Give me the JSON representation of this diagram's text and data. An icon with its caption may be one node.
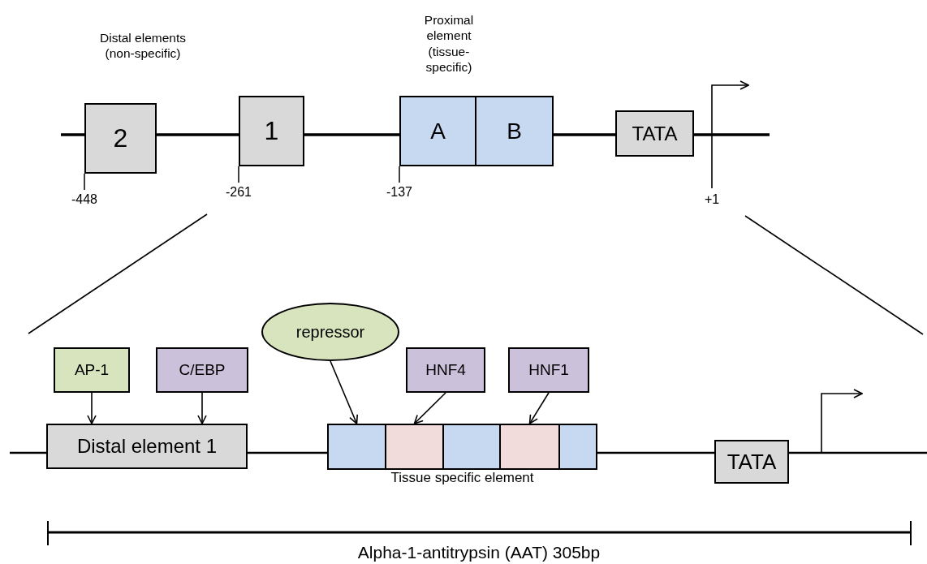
{
  "diagram": {
    "nodes": [
      {
        "text": [
          "2"
        ],
        "beside": [
          "-448"
        ]
      },
      {
        "text": [
          "1"
        ],
        "beside": [
          "-261"
        ]
      },
      {
        "text": [
          "A"
        ],
        "beside": [
          "-137"
        ]
      },
      {
        "text": [
          "B"
        ]
      },
      {
        "text": [
          "TATA"
        ]
      },
      {
        "text": [
          "AP-1"
        ]
      },
      {
        "text": [
          "C/EBP"
        ]
      },
      {
        "text": [
          "repressor"
        ]
      },
      {
        "text": [
          "HNF4"
        ]
      },
      {
        "text": [
          "HNF1"
        ]
      },
      {
        "text": [
          "Distal element 1"
        ]
      },
      {
        "text": [
          "Tissue specific element"
        ]
      },
      {
        "text": [],
        "shape": "box",
        "in": 11
      },
      {
        "text": [],
        "shape": "box",
        "in": 11
      },
      {
        "text": [],
        "shape": "box",
        "in": 11
      },
      {
        "text": [],
        "shape": "box",
        "in": 11
      },
      {
        "text": [],
        "shape": "box",
        "in": 11
      },
      {
        "text": [
          "TATA"
        ]
      }
    ],
    "edges": [
      {
        "from": 5,
        "to": 10,
        "arrow": "to"
      },
      {
        "from": 6,
        "to": 10,
        "arrow": "to"
      },
      {
        "from": 7,
        "to": 12,
        "arrow": "to"
      },
      {
        "from": 8,
        "to": 13,
        "arrow": "to"
      },
      {
        "from": 9,
        "to": 15,
        "arrow": "to"
      }
    ],
    "labels": [
      "Distal elements (non-specific)",
      "Proximal element (tissue-specific)",
      "+1",
      "Alpha-1-antitrypsin (AAT) 305bp"
    ]
  }
}
